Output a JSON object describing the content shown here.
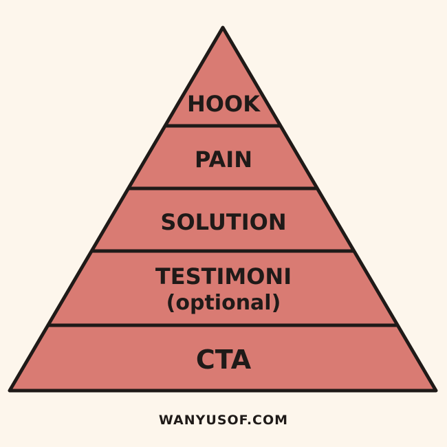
{
  "tiers": [
    {
      "label": "HOOK"
    },
    {
      "label": "PAIN"
    },
    {
      "label": "SOLUTION"
    },
    {
      "label": "TESTIMONI",
      "sublabel": "(optional)"
    },
    {
      "label": "CTA"
    }
  ],
  "footer": {
    "text": "WANYUSOF.COM"
  },
  "colors": {
    "background": "#fdf6ec",
    "fill": "#d97b73",
    "stroke": "#1f1a18",
    "text": "#1f1a18"
  }
}
